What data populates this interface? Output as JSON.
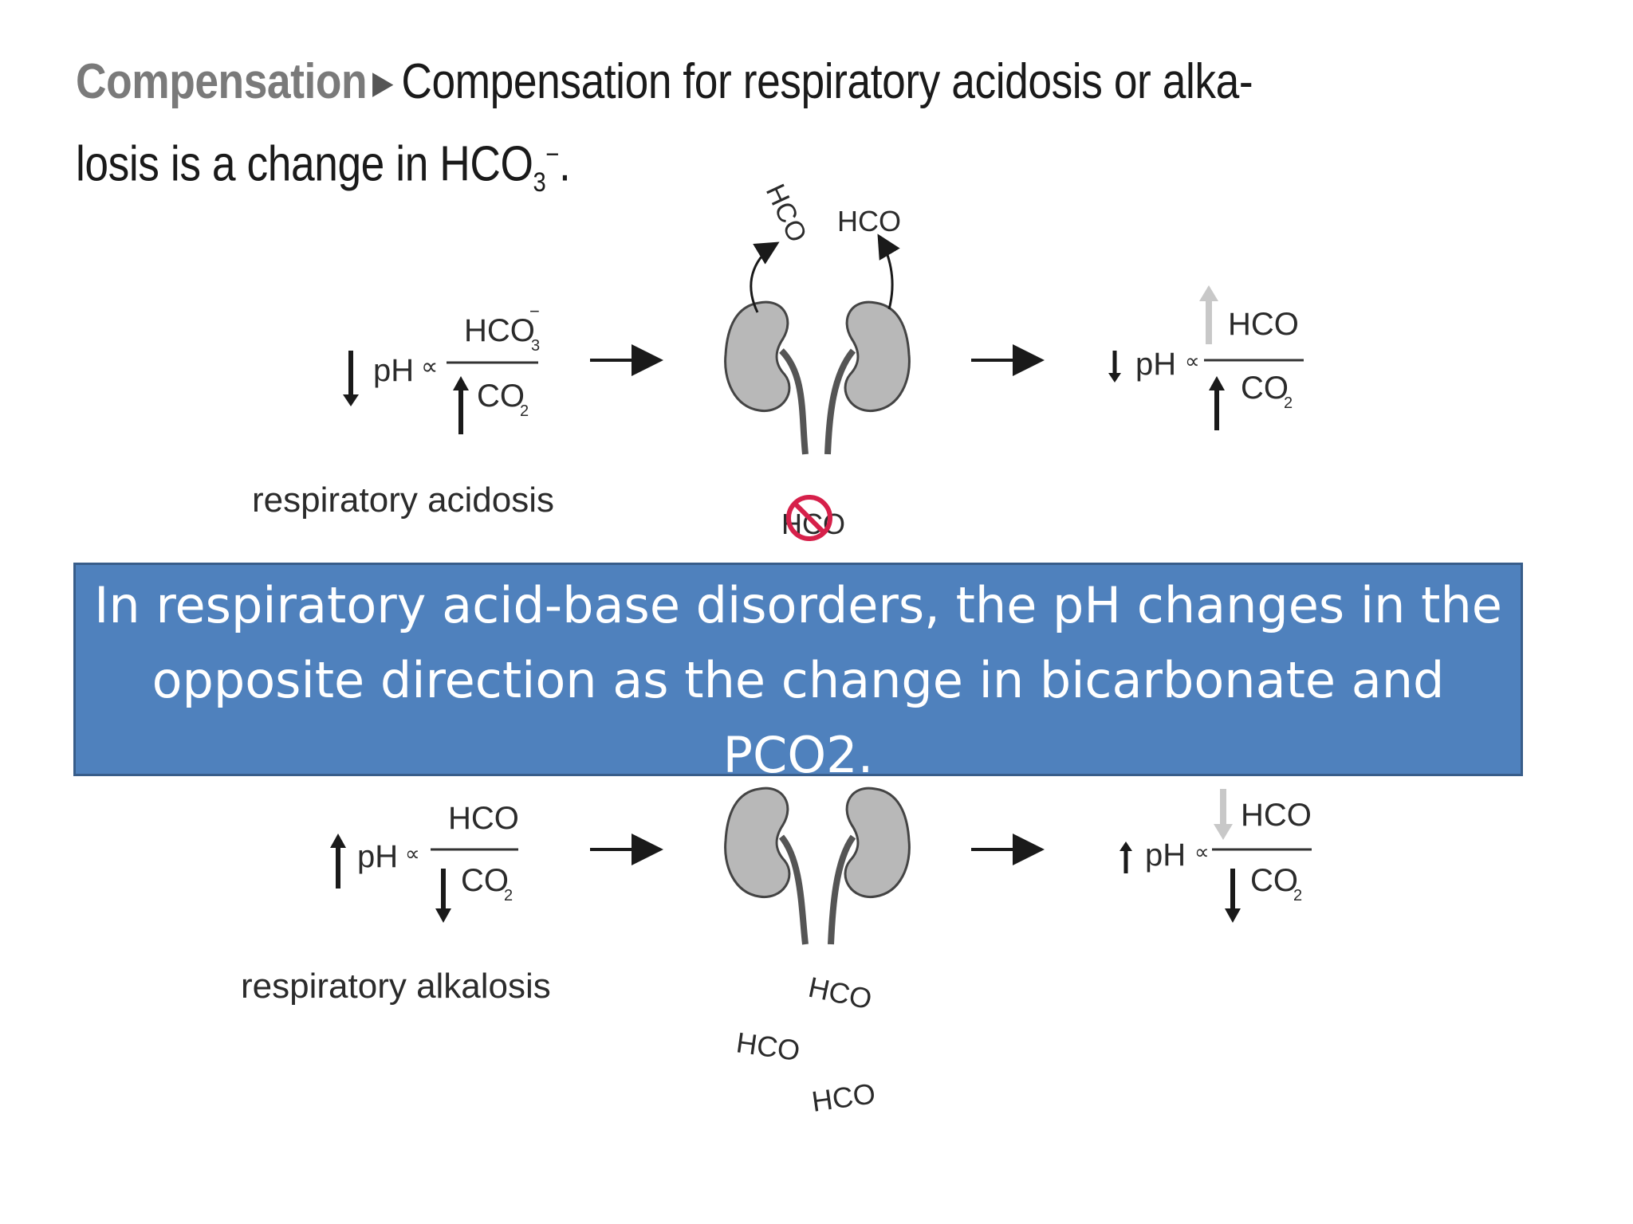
{
  "heading": {
    "term": "Compensation",
    "text_main": "Compensation for respiratory acidosis or alka-",
    "text_line2": "losis is a change in HCO",
    "sub": "3",
    "sup": "−",
    "period": "."
  },
  "diagram": {
    "ph_label": "pH",
    "propto": "∝",
    "hco3": "HCO",
    "co2": "CO",
    "sub3": "3",
    "sub2": "2",
    "minus": "−",
    "acidosis_label": "respiratory acidosis",
    "alkalosis_label": "respiratory alkalosis"
  },
  "overlay": {
    "text": "In respiratory acid-base disorders, the pH changes in the opposite direction as the change in bicarbonate and PCO2."
  },
  "colors": {
    "overlay_fill": "#4f81bd",
    "overlay_border": "#385d8a",
    "kidney": "#b8b8b8",
    "prohibit": "#d6204a"
  }
}
